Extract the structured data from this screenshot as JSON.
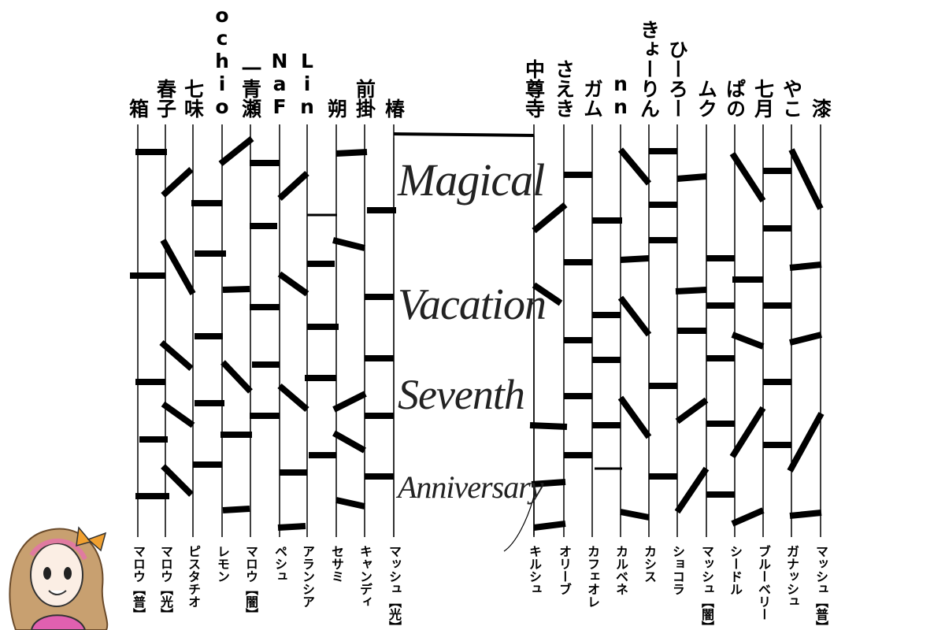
{
  "title": {
    "words": [
      "Magical",
      "Vacation",
      "Seventh",
      "Anniversary"
    ]
  },
  "top_names": {
    "left": [
      "箱",
      "春子",
      "七味",
      "Mochio",
      "一青瀬",
      "NaF",
      "Lin",
      "朔",
      "前掛",
      "椿"
    ],
    "right": [
      "中尊寺",
      "さえき",
      "ガム",
      "nn",
      "きょーりん",
      "ひーろー",
      "ムク",
      "ぱの",
      "七月",
      "やこ",
      "漆"
    ]
  },
  "bottom_labels": {
    "left": [
      "マロウ【普】",
      "マロウ【光】",
      "ピスタチオ",
      "レモン",
      "マロウ【闇】",
      "ペシュ",
      "アランシア",
      "セサミ",
      "キャンディ",
      "マッシュ【光】"
    ],
    "right": [
      "キルシュ",
      "オリーブ",
      "カフェオレ",
      "カルベネ",
      "カシス",
      "ショコラ",
      "マッシュ【闇】",
      "シードル",
      "ブルーベリー",
      "ガナッシュ",
      "マッシュ【普】"
    ]
  },
  "colors": {
    "line": "#000000",
    "background": "#ffffff"
  }
}
